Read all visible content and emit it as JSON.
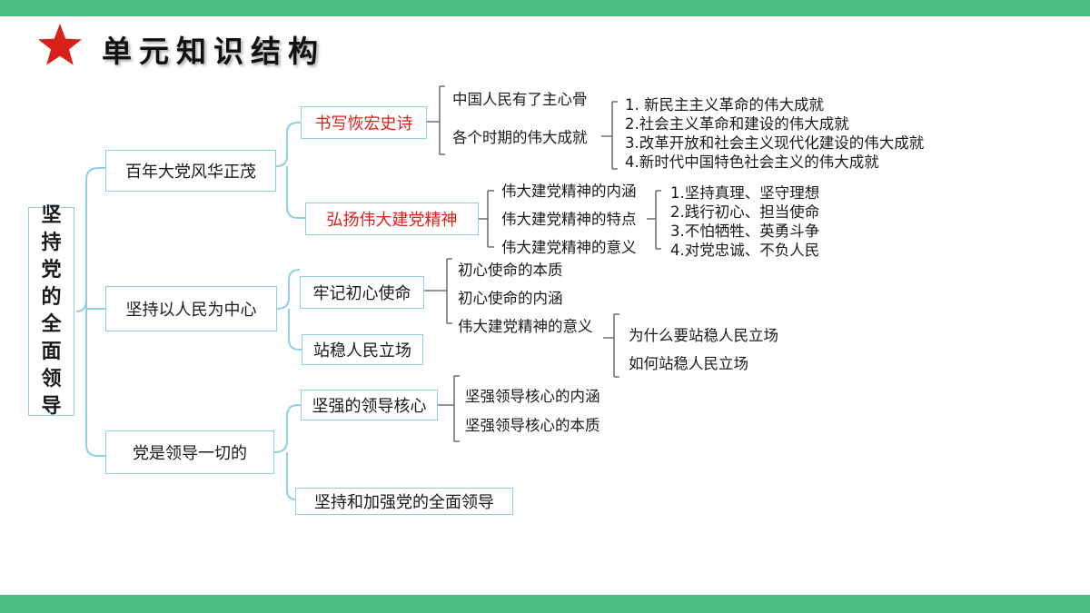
{
  "page": {
    "title": "单元知识结构"
  },
  "colors": {
    "accent_bar": "#4dbd86",
    "star": "#d9211b",
    "box_border": "#8ecfe6",
    "highlight_text": "#e0201a"
  },
  "diagram": {
    "root": [
      "坚",
      "持",
      "党",
      "的",
      "全",
      "面",
      "领",
      "导"
    ],
    "b1": {
      "label": "百年大党风华正茂",
      "c1": {
        "label": "书写恢宏史诗",
        "items": [
          "中国人民有了主心骨",
          "各个时期的伟大成就"
        ],
        "achievements": [
          "1. 新民主主义革命的伟大成就",
          "2.社会主义革命和建设的伟大成就",
          "3.改革开放和社会主义现代化建设的伟大成就",
          "4.新时代中国特色社会主义的伟大成就"
        ]
      },
      "c2": {
        "label": "弘扬伟大建党精神",
        "items": [
          "伟大建党精神的内涵",
          "伟大建党精神的特点",
          "伟大建党精神的意义"
        ],
        "connotation": [
          "1.坚持真理、坚守理想",
          "2.践行初心、担当使命",
          "3.不怕牺牲、英勇斗争",
          "4.对党忠诚、不负人民"
        ]
      }
    },
    "b2": {
      "label": "坚持以人民为中心",
      "c1": {
        "label": "牢记初心使命",
        "items": [
          "初心使命的本质",
          "初心使命的内涵",
          "伟大建党精神的意义"
        ],
        "sub": [
          "为什么要站稳人民立场",
          "如何站稳人民立场"
        ]
      },
      "c2": {
        "label": "站稳人民立场"
      }
    },
    "b3": {
      "label": "党是领导一切的",
      "c1": {
        "label": "坚强的领导核心",
        "items": [
          "坚强领导核心的内涵",
          "坚强领导核心的本质"
        ]
      },
      "c2": {
        "label": "坚持和加强党的全面领导"
      }
    }
  }
}
